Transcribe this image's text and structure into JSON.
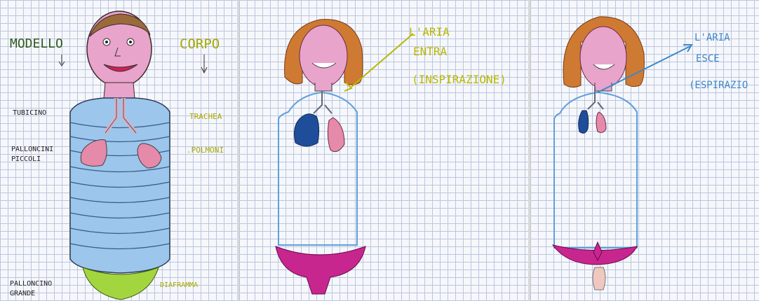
{
  "panel1": {
    "modello": "MODELLO",
    "corpo": "CORPO",
    "tubicino": "TUBICINO",
    "trachea": "TRACHEA",
    "palloncini_line1": "PALLONCINI",
    "palloncini_line2": "PICCOLI",
    "polmoni": ".POLMONI",
    "palloncino_line1": "PALLONCINO",
    "palloncino_line2": "GRANDE",
    "diaframma": "DIAFRAMMA"
  },
  "panel2": {
    "line1": "L'ARIA",
    "line2": "ENTRA",
    "line3": "(INSPIRAZIONE)"
  },
  "panel3": {
    "line1": "L'ARIA",
    "line2": "ESCE",
    "line3": "(ESPIRAZIO"
  },
  "colors": {
    "grid": "#b9c6df",
    "pink": "#e8a0c4",
    "blue": "#5f9fdc",
    "green": "#9ccf3c",
    "magenta": "#c8268f",
    "olive_text": "#b8b800",
    "blue_text": "#3f88c8",
    "hair_orange": "#cf7a32",
    "hair_brown": "#9a6a3a",
    "dark_lung": "#1e4d9a"
  }
}
